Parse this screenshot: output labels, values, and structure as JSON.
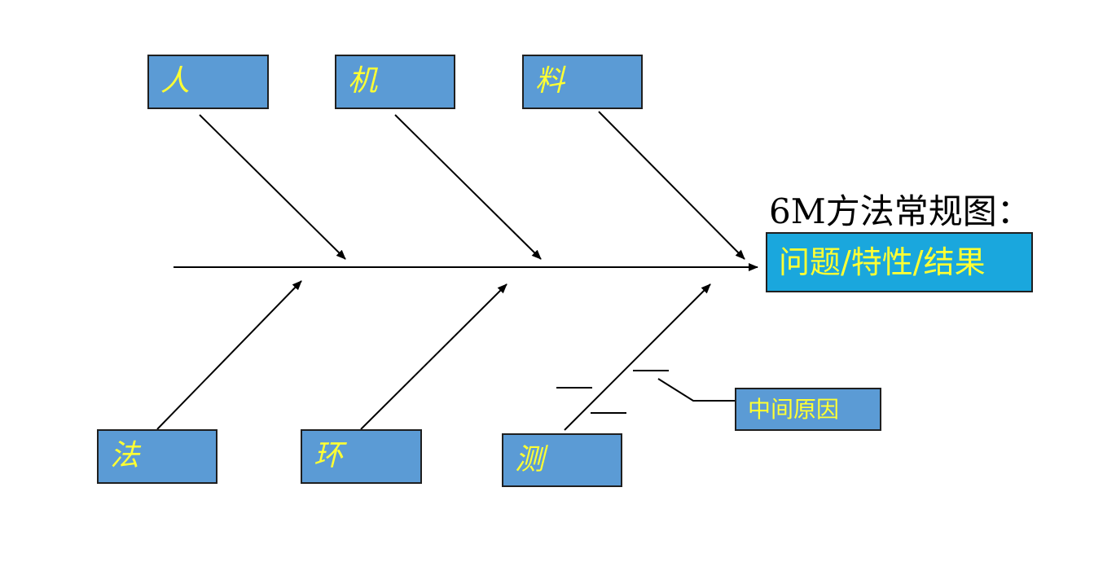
{
  "diagram": {
    "title": "6M方法常规图：",
    "effect_label": "问题/特性/结果",
    "intermediate_label": "中间原因",
    "causes": {
      "person": "人",
      "machine": "机",
      "material": "料",
      "method": "法",
      "environment": "环",
      "measurement": "测"
    }
  },
  "colors": {
    "cause_fill": "#5b9bd5",
    "effect_fill": "#1aa7dd",
    "label_text": "#ffff33",
    "lines": "#000000"
  }
}
